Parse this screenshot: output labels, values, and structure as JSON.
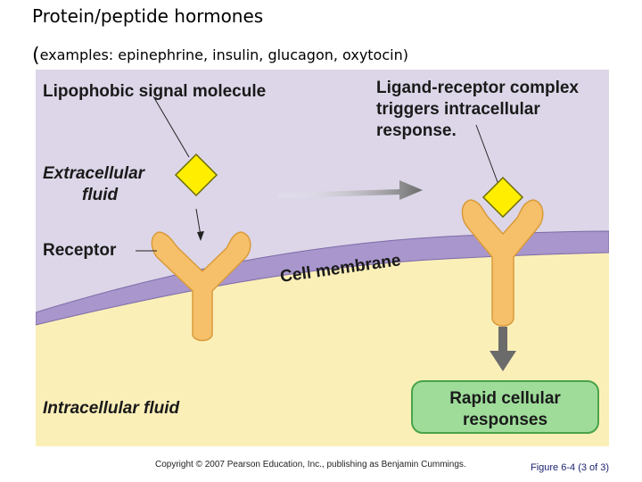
{
  "slide": {
    "title": "Protein/peptide hormones",
    "subtitle_open": "(",
    "subtitle_text": "examples:  epinephrine, insulin, glucagon, oxytocin)"
  },
  "figure": {
    "labels": {
      "lipophobic": "Lipophobic signal molecule",
      "complex_line1": "Ligand-receptor complex",
      "complex_line2": "triggers intracellular",
      "complex_line3": "response.",
      "ecf_line1": "Extracellular",
      "ecf_line2": "fluid",
      "receptor": "Receptor",
      "membrane": "Cell membrane",
      "icf": "Intracellular fluid",
      "response_line1": "Rapid cellular",
      "response_line2": "responses"
    },
    "colors": {
      "extracellular": "#dcd6e8",
      "membrane": "#a896cc",
      "membrane_edge": "#7d6aa8",
      "intracellular": "#fbefb8",
      "receptor": "#f6c06a",
      "receptor_edge": "#d99a3a",
      "ligand": "#ffee00",
      "ligand_edge": "#6b6b00",
      "arrow": "#6b6b6b",
      "response_fill": "#9fdc9a",
      "response_border": "#49a34a"
    }
  },
  "footer": {
    "copyright": "Copyright © 2007 Pearson Education, Inc., publishing as Benjamin Cummings.",
    "figure_ref": "Figure 6-4 (3 of 3)"
  }
}
